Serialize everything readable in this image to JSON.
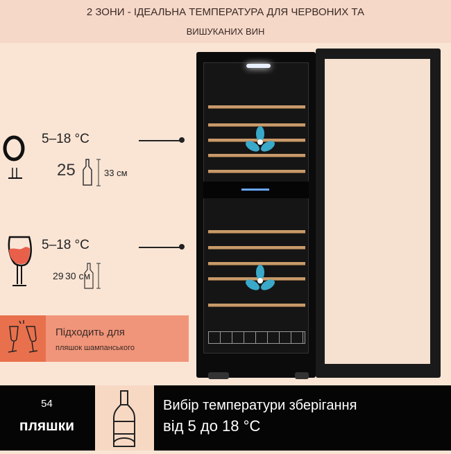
{
  "header": {
    "line1": "2 ЗОНИ - ІДЕАЛЬНА ТЕМПЕРАТУРА ДЛЯ ЧЕРВОНИХ ТА",
    "line2": "ВИШУКАНИХ ВИН"
  },
  "zone_top": {
    "temp": "5–18 °C",
    "bottles": "25",
    "height": "33 см"
  },
  "zone_bottom": {
    "temp": "5–18 °C",
    "bottles": "29",
    "height": "30 см"
  },
  "promo": {
    "line1": "Підходить для",
    "line2": "пляшок шампанського"
  },
  "bottom": {
    "count": "54",
    "count_label": "пляшки",
    "feature_line1": "Вибір температури зберігання",
    "feature_line2": "від 5 до 18 °C"
  },
  "colors": {
    "accent": "#e8704c",
    "background": "#fae5d5",
    "wine": "#e8604a"
  }
}
